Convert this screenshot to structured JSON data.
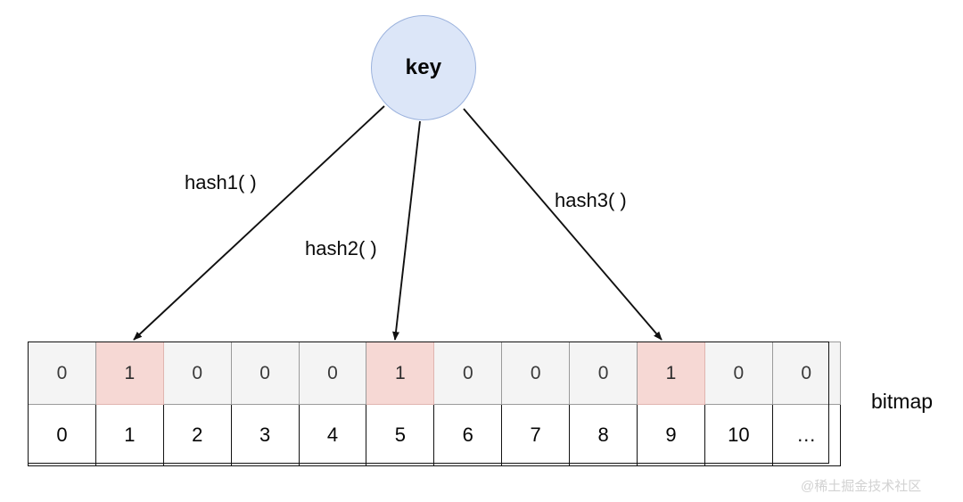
{
  "diagram": {
    "title_node": {
      "label": "key",
      "fill_color": "#dce6f8",
      "stroke_color": "#9bb2dd"
    },
    "hash_functions": [
      {
        "label": "hash1( )",
        "target_index": 1
      },
      {
        "label": "hash2( )",
        "target_index": 5
      },
      {
        "label": "hash3( )",
        "target_index": 9
      }
    ],
    "bitmap": {
      "caption": "bitmap",
      "bits": [
        "0",
        "1",
        "0",
        "0",
        "0",
        "1",
        "0",
        "0",
        "0",
        "1",
        "0",
        "0"
      ],
      "indices": [
        "0",
        "1",
        "2",
        "3",
        "4",
        "5",
        "6",
        "7",
        "8",
        "9",
        "10",
        "…"
      ],
      "set_positions": [
        1,
        5,
        9
      ],
      "bit_cell_color": "#f4f4f4",
      "set_cell_color": "#f6d8d4"
    },
    "watermark": "@稀土掘金技术社区"
  }
}
